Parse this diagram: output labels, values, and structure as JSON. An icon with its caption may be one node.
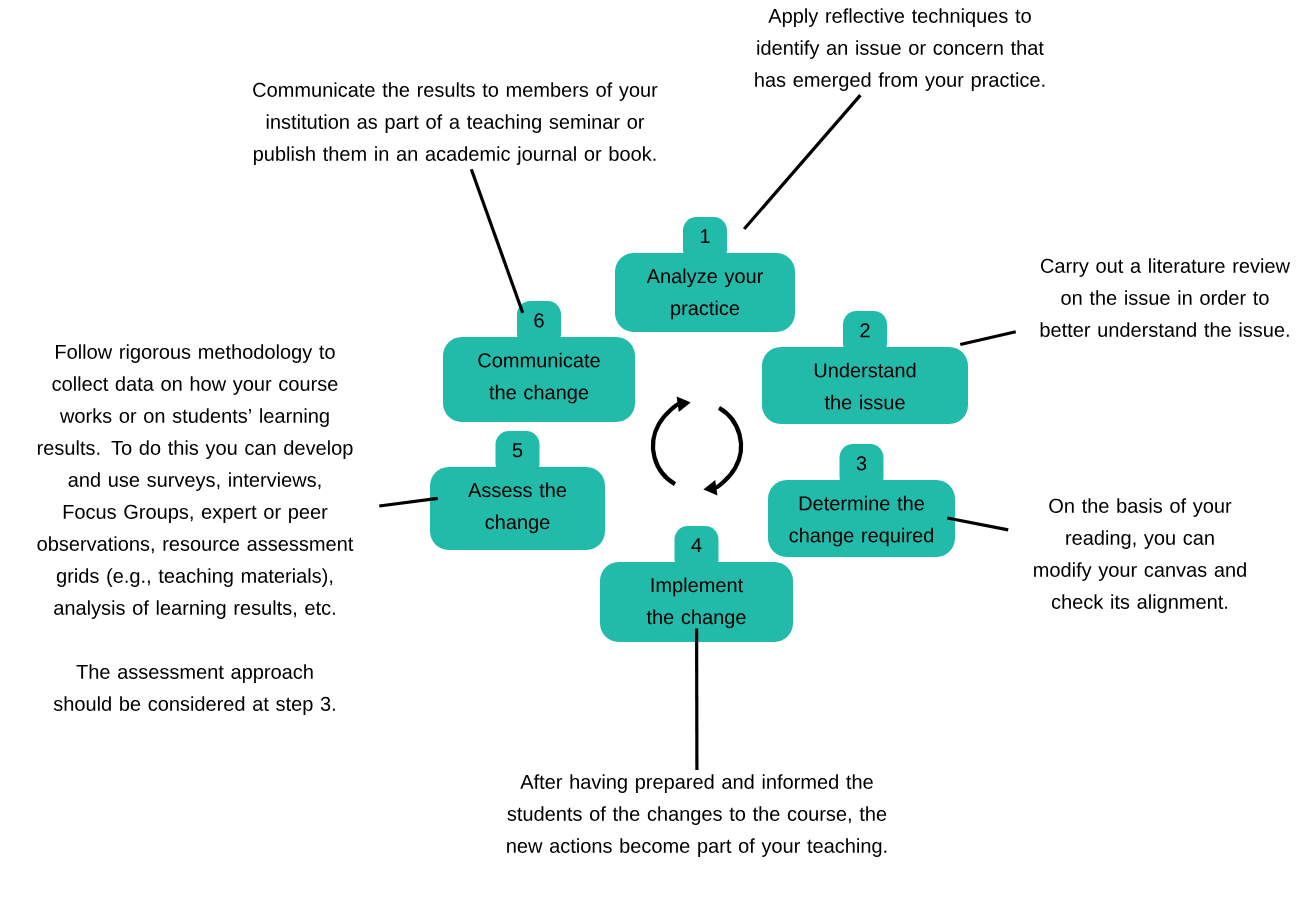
{
  "diagram": {
    "nodes": [
      {
        "text": [
          "1",
          "Analyze your practice"
        ]
      },
      {
        "text": [
          "Apply reflective techniques to identify an issue or concern that has emerged from your practice."
        ]
      },
      {
        "text": [
          "2",
          "Understand the issue"
        ]
      },
      {
        "text": [
          "Carry out a literature review on the issue in order to better understand the issue."
        ]
      },
      {
        "text": [
          "3",
          "Determine the change required"
        ]
      },
      {
        "text": [
          "On the basis of your reading, you can modify your canvas and check its alignment."
        ]
      },
      {
        "text": [
          "4",
          "Implement the change"
        ]
      },
      {
        "text": [
          "After having prepared and informed the students of the changes to the course, the new actions become part of your teaching."
        ]
      },
      {
        "text": [
          "5",
          "Assess the change"
        ]
      },
      {
        "text": [
          "Follow rigorous methodology to collect data on how your course works or on students’ learning results. To do this you can develop and use surveys, interviews, Focus Groups, expert or peer observations, resource assessment grids (e.g., teaching materials), analysis of learning results, etc.",
          "The assessment approach should be considered at step 3."
        ]
      },
      {
        "text": [
          "6",
          "Communicate the change"
        ]
      },
      {
        "text": [
          "Communicate the results to members of your institution as part of a teaching seminar or publish them in an academic journal or book."
        ]
      }
    ],
    "edges": [
      {
        "from": 1,
        "to": 0,
        "arrow": "none"
      },
      {
        "from": 3,
        "to": 2,
        "arrow": "none"
      },
      {
        "from": 5,
        "to": 4,
        "arrow": "none"
      },
      {
        "from": 7,
        "to": 6,
        "arrow": "none"
      },
      {
        "from": 9,
        "to": 8,
        "arrow": "none"
      },
      {
        "from": 11,
        "to": 10,
        "arrow": "none"
      }
    ]
  }
}
